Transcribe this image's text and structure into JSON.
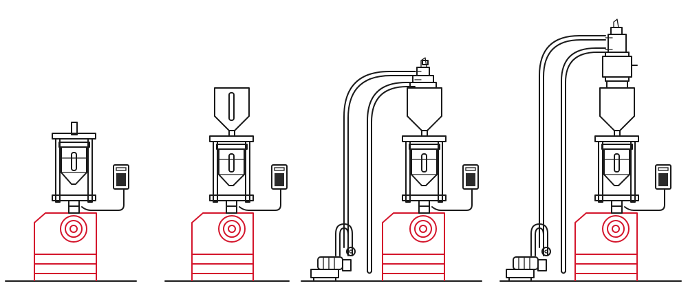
{
  "colors": {
    "ink": "#1a1a1a",
    "accent": "#d4162c",
    "background": "#ffffff",
    "panel_screen": "#2b2b2b"
  },
  "stages": [
    {
      "id": 1,
      "hopper": false,
      "conveying_line": false
    },
    {
      "id": 2,
      "hopper": true,
      "conveying_line": false
    },
    {
      "id": 3,
      "hopper": true,
      "conveying_line": true,
      "loader_module": false
    },
    {
      "id": 4,
      "hopper": true,
      "conveying_line": true,
      "loader_module": true
    }
  ]
}
